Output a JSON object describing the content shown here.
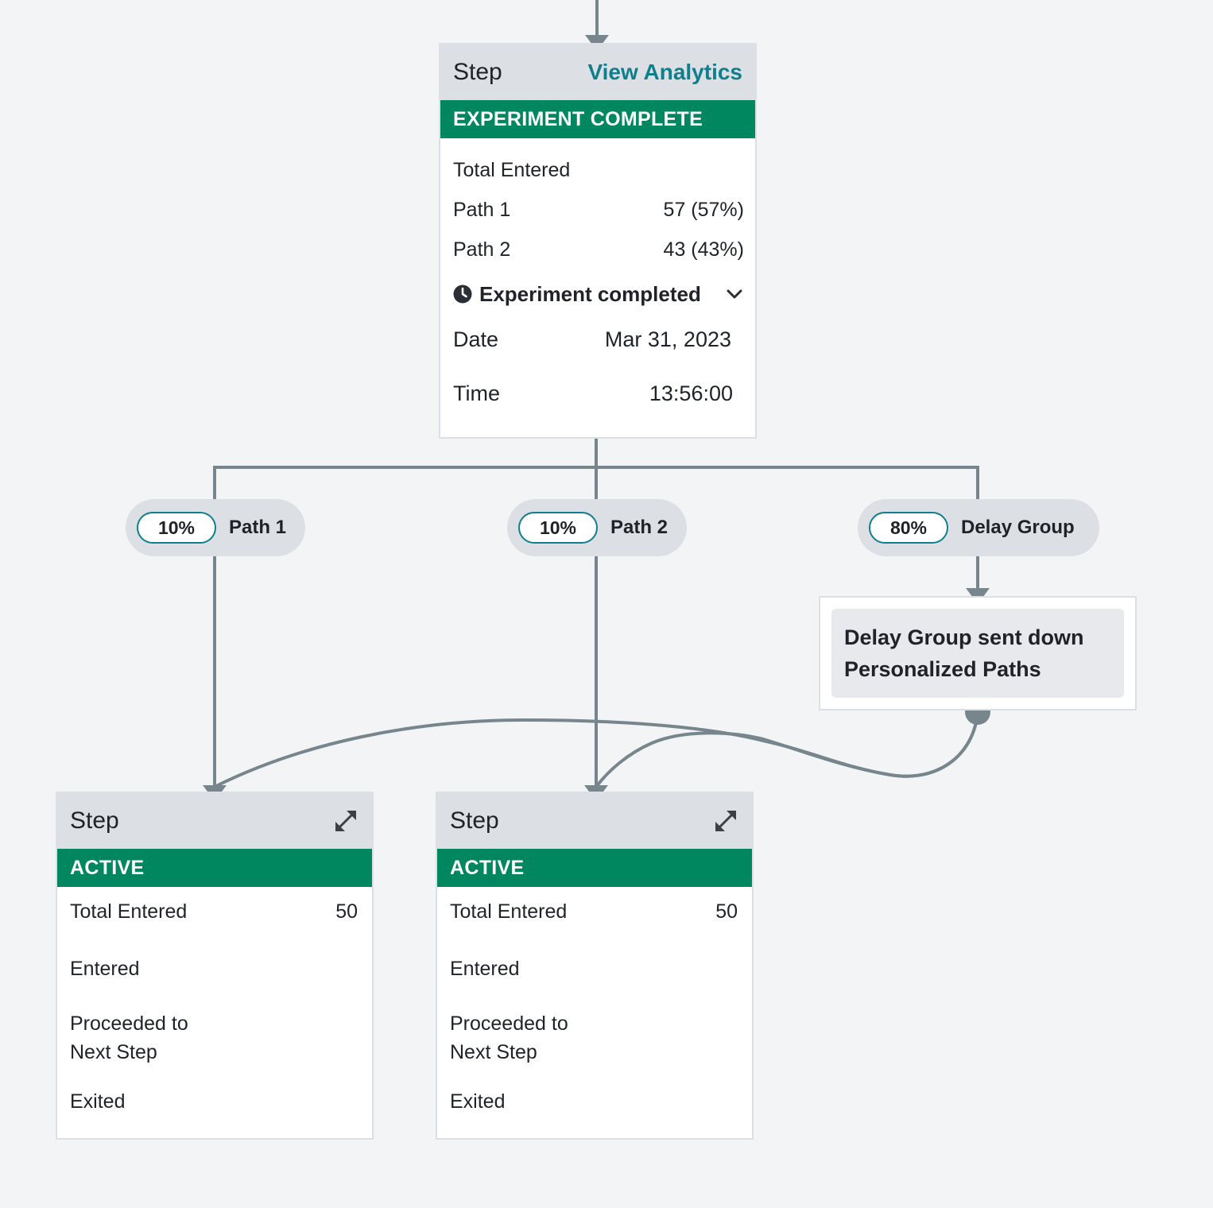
{
  "top_card": {
    "title": "Step",
    "link": "View Analytics",
    "status": "EXPERIMENT COMPLETE",
    "total_entered_label": "Total Entered",
    "paths": [
      {
        "label": "Path 1",
        "value": "57 (57%)"
      },
      {
        "label": "Path 2",
        "value": "43 (43%)"
      }
    ],
    "completed_label": "Experiment completed",
    "date_label": "Date",
    "date_value": "Mar 31, 2023",
    "time_label": "Time",
    "time_value": "13:56:00"
  },
  "branches": [
    {
      "percent": "10%",
      "label": "Path 1"
    },
    {
      "percent": "10%",
      "label": "Path 2"
    },
    {
      "percent": "80%",
      "label": "Delay Group"
    }
  ],
  "delay_box": {
    "line1": "Delay Group sent down",
    "line2": "Personalized Paths"
  },
  "step_cards": [
    {
      "title": "Step",
      "status": "ACTIVE",
      "total_entered_label": "Total Entered",
      "total_entered_value": "50",
      "entered_label": "Entered",
      "proceeded_line1": "Proceeded to",
      "proceeded_line2": "Next Step",
      "exited_label": "Exited"
    },
    {
      "title": "Step",
      "status": "ACTIVE",
      "total_entered_label": "Total Entered",
      "total_entered_value": "50",
      "entered_label": "Entered",
      "proceeded_line1": "Proceeded to",
      "proceeded_line2": "Next Step",
      "exited_label": "Exited"
    }
  ],
  "colors": {
    "accent_green": "#008760",
    "link_teal": "#0f7f8e",
    "connector_gray": "#77858c",
    "header_gray": "#dcdfe3"
  },
  "icons": {
    "clock": "clock-icon",
    "chevron": "chevron-down-icon",
    "expand": "expand-icon"
  }
}
